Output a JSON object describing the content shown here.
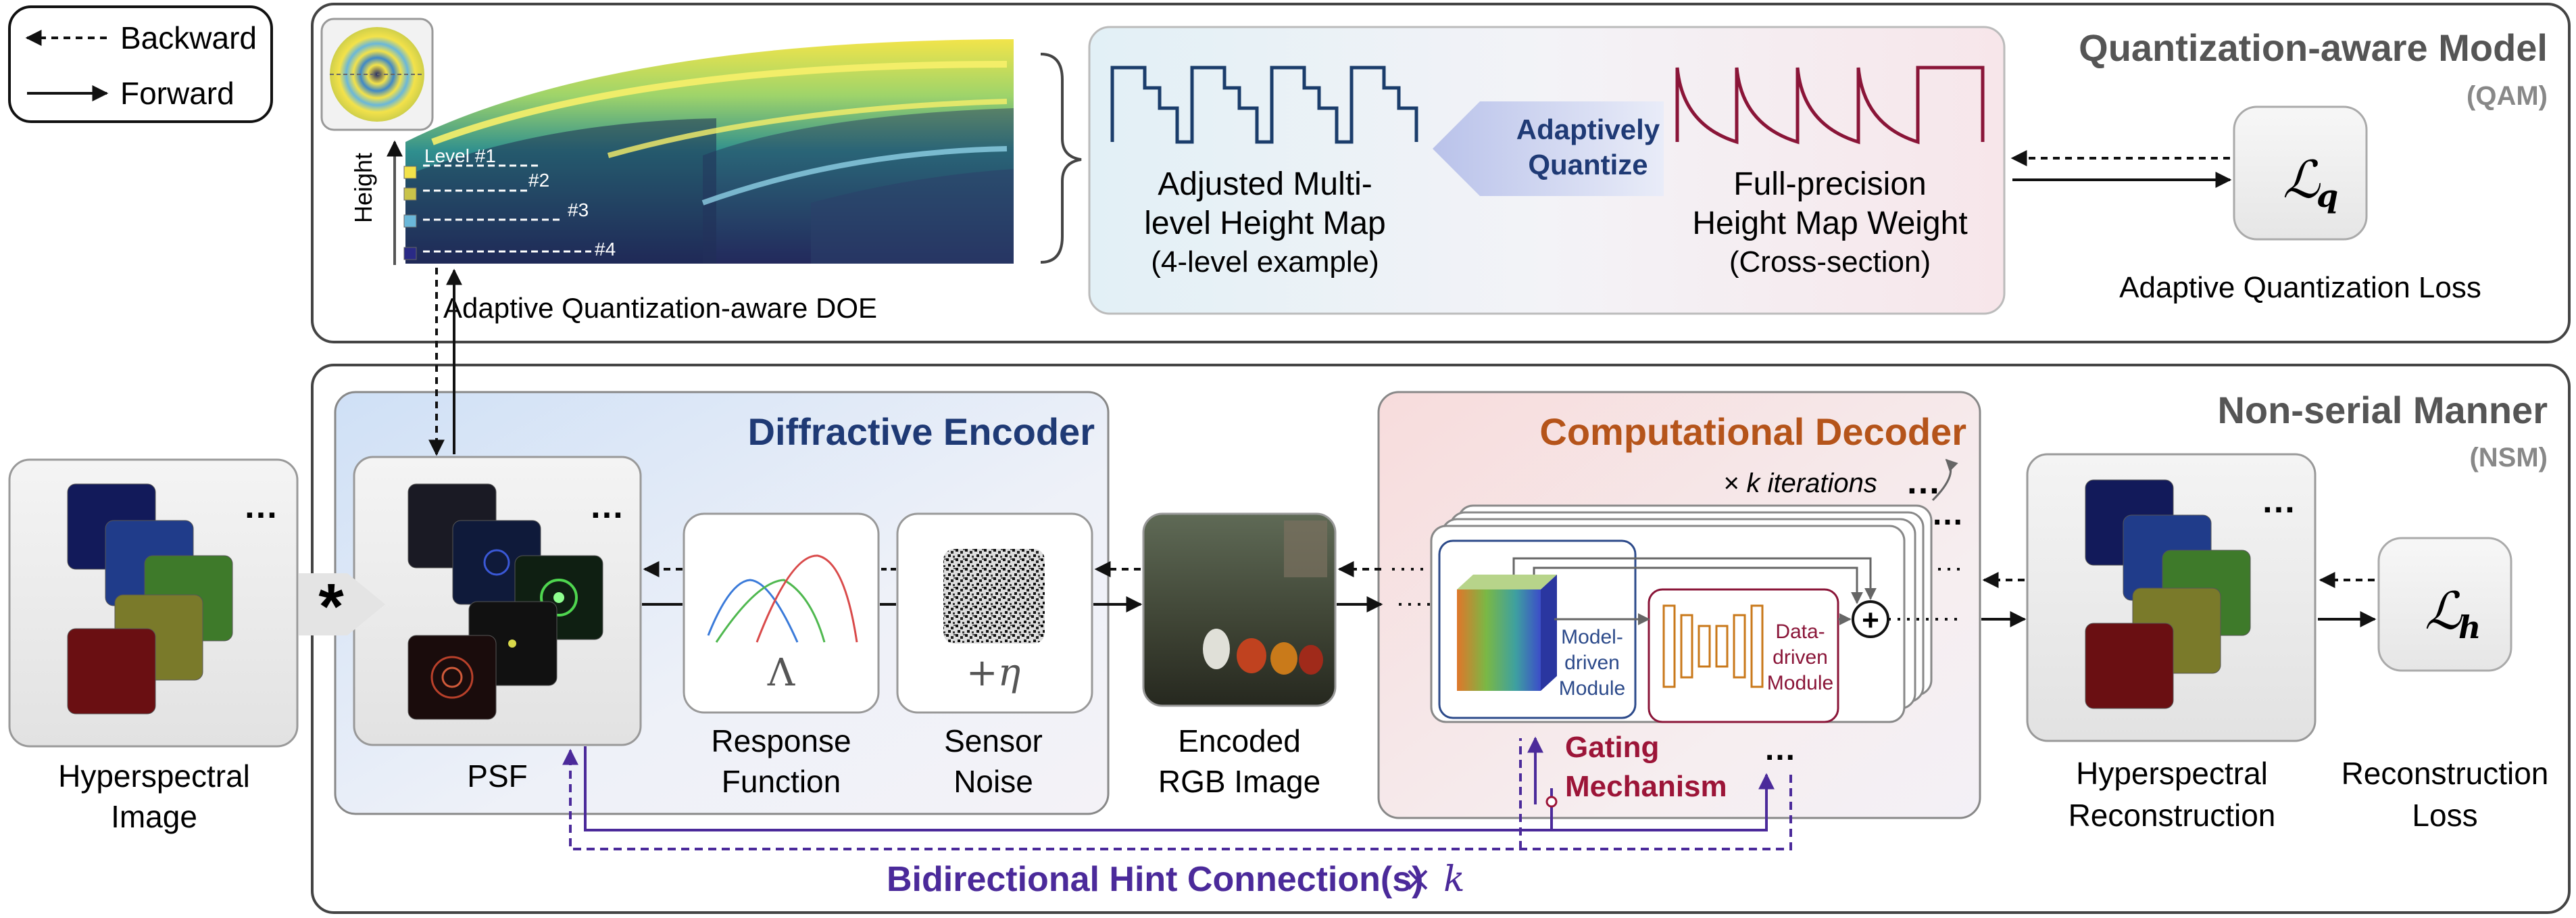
{
  "legend": {
    "backward": "Backward",
    "forward": "Forward"
  },
  "qam": {
    "title": "Quantization-aware Model",
    "abbr": "(QAM)",
    "doe_label": "Adaptive Quantization-aware DOE",
    "height_label": "Height",
    "levels": [
      "Level #1",
      "#2",
      "#3",
      "#4"
    ],
    "adjusted_line1": "Adjusted Multi-",
    "adjusted_line2": "level Height Map",
    "adjusted_line3": "(4-level example)",
    "adaptive_line1": "Adaptively",
    "adaptive_line2": "Quantize",
    "full_line1": "Full-precision",
    "full_line2": "Height Map Weight",
    "full_line3": "(Cross-section)",
    "loss_symbol": "ℒ",
    "loss_sub": "q",
    "loss_label": "Adaptive Quantization Loss"
  },
  "nsm": {
    "title": "Non-serial Manner",
    "abbr": "(NSM)",
    "encoder_title": "Diffractive Encoder",
    "decoder_title": "Computational Decoder",
    "psf_label": "PSF",
    "response_line1": "Response",
    "response_line2": "Function",
    "response_symbol": "Λ",
    "noise_line1": "Sensor",
    "noise_line2": "Noise",
    "noise_symbol": "+η",
    "encoded_line1": "Encoded",
    "encoded_line2": "RGB Image",
    "iterations": "× k iterations",
    "model_line1": "Model-",
    "model_line2": "driven",
    "model_line3": "Module",
    "data_line1": "Data-",
    "data_line2": "driven",
    "data_line3": "Module",
    "plus": "+",
    "gating_line1": "Gating",
    "gating_line2": "Mechanism",
    "hint": "Bidirectional Hint Connection(s)",
    "hint_k": "× k",
    "hsi_line1": "Hyperspectral",
    "hsi_line2": "Image",
    "conv": "*",
    "recon_line1": "Hyperspectral",
    "recon_line2": "Reconstruction",
    "loss_symbol": "ℒ",
    "loss_sub": "h",
    "loss_line1": "Reconstruction",
    "loss_line2": "Loss",
    "ellipsis": "…"
  },
  "colors": {
    "encoder_title": "#1f3a75",
    "decoder_title": "#b5541a",
    "gating": "#9c1538",
    "hint": "#4b2a9a",
    "height_map": "#1b3d6b",
    "full_precision": "#8a1538",
    "model_module": "#2c4a8a",
    "data_module": "#8a1538"
  }
}
